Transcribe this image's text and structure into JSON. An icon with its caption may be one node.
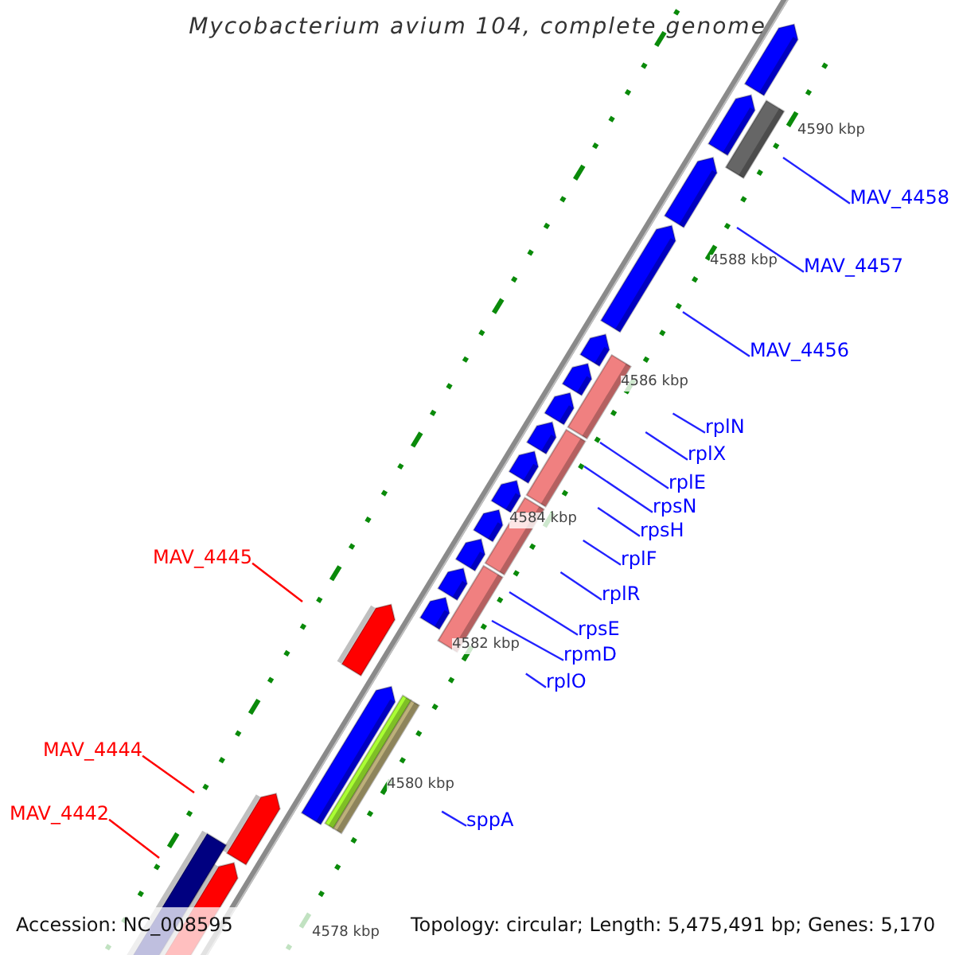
{
  "diagram": {
    "title": "Mycobacterium avium 104, complete genome",
    "nodes": [
      {
        "text": [
          "MAV_4458"
        ]
      },
      {
        "text": [
          "MAV_4457"
        ]
      },
      {
        "text": [
          "MAV_4456"
        ]
      },
      {
        "text": [
          "rplN"
        ]
      },
      {
        "text": [
          "rplX"
        ]
      },
      {
        "text": [
          "rplE"
        ]
      },
      {
        "text": [
          "rpsN"
        ]
      },
      {
        "text": [
          "rpsH"
        ]
      },
      {
        "text": [
          "rplF"
        ]
      },
      {
        "text": [
          "rplR"
        ]
      },
      {
        "text": [
          "rpsE"
        ]
      },
      {
        "text": [
          "rpmD"
        ]
      },
      {
        "text": [
          "rplO"
        ]
      },
      {
        "text": [
          "MAV_4445"
        ]
      },
      {
        "text": [
          "MAV_4444"
        ]
      },
      {
        "text": [
          "MAV_4442"
        ]
      },
      {
        "text": [
          "sppA"
        ]
      }
    ],
    "edges": [
      {
        "from": 0,
        "to": null,
        "arrow": "none"
      },
      {
        "from": 1,
        "to": null,
        "arrow": "none"
      },
      {
        "from": 2,
        "to": null,
        "arrow": "none"
      },
      {
        "from": 3,
        "to": null,
        "arrow": "none"
      },
      {
        "from": 4,
        "to": null,
        "arrow": "none"
      },
      {
        "from": 5,
        "to": null,
        "arrow": "none"
      },
      {
        "from": 6,
        "to": null,
        "arrow": "none"
      },
      {
        "from": 7,
        "to": null,
        "arrow": "none"
      },
      {
        "from": 8,
        "to": null,
        "arrow": "none"
      },
      {
        "from": 9,
        "to": null,
        "arrow": "none"
      },
      {
        "from": 10,
        "to": null,
        "arrow": "none"
      },
      {
        "from": 11,
        "to": null,
        "arrow": "none"
      },
      {
        "from": 12,
        "to": null,
        "arrow": "none"
      },
      {
        "from": 13,
        "to": null,
        "arrow": "none",
        "color": "#ff0000"
      },
      {
        "from": 14,
        "to": null,
        "arrow": "none",
        "color": "#ff0000"
      },
      {
        "from": 15,
        "to": null,
        "arrow": "none",
        "color": "#ff0000"
      },
      {
        "from": 16,
        "to": null,
        "arrow": "none"
      }
    ],
    "labels": [
      "4590 kbp",
      "4588 kbp",
      "4586 kbp",
      "4584 kbp",
      "4582 kbp",
      "4580 kbp",
      "4578 kbp",
      "Accession: NC_008595",
      "Topology: circular; Length: 5,475,491 bp; Genes: 5,170"
    ]
  }
}
